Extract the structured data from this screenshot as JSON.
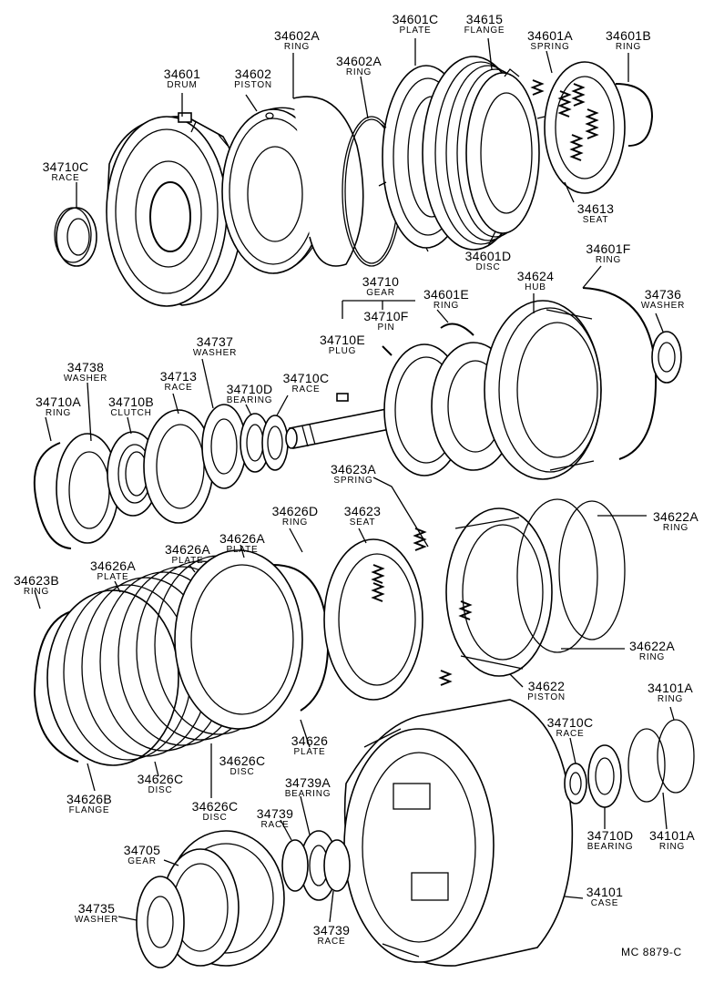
{
  "diagram": {
    "footer_code": "MC 8879-C",
    "parts": [
      {
        "id": "p34601",
        "number": "34601",
        "name": "DRUM"
      },
      {
        "id": "p34602",
        "number": "34602",
        "name": "PISTON"
      },
      {
        "id": "p34602A_top",
        "number": "34602A",
        "name": "RING"
      },
      {
        "id": "p34602A_mid",
        "number": "34602A",
        "name": "RING"
      },
      {
        "id": "p34601C",
        "number": "34601C",
        "name": "PLATE"
      },
      {
        "id": "p34615",
        "number": "34615",
        "name": "FLANGE"
      },
      {
        "id": "p34601A",
        "number": "34601A",
        "name": "SPRING"
      },
      {
        "id": "p34601B",
        "number": "34601B",
        "name": "RING"
      },
      {
        "id": "p34710C_top",
        "number": "34710C",
        "name": "RACE"
      },
      {
        "id": "p34613",
        "number": "34613",
        "name": "SEAT"
      },
      {
        "id": "p34601D",
        "number": "34601D",
        "name": "DISC"
      },
      {
        "id": "p34601F",
        "number": "34601F",
        "name": "RING"
      },
      {
        "id": "p34624",
        "number": "34624",
        "name": "HUB"
      },
      {
        "id": "p34710",
        "number": "34710",
        "name": "GEAR"
      },
      {
        "id": "p34601E",
        "number": "34601E",
        "name": "RING"
      },
      {
        "id": "p34736",
        "number": "34736",
        "name": "WASHER"
      },
      {
        "id": "p34710F",
        "number": "34710F",
        "name": "PIN"
      },
      {
        "id": "p34710E",
        "number": "34710E",
        "name": "PLUG"
      },
      {
        "id": "p34737",
        "number": "34737",
        "name": "WASHER"
      },
      {
        "id": "p34738",
        "number": "34738",
        "name": "WASHER"
      },
      {
        "id": "p34713",
        "number": "34713",
        "name": "RACE"
      },
      {
        "id": "p34710D_mid",
        "number": "34710D",
        "name": "BEARING"
      },
      {
        "id": "p34710C_mid",
        "number": "34710C",
        "name": "RACE"
      },
      {
        "id": "p34710A",
        "number": "34710A",
        "name": "RING"
      },
      {
        "id": "p34710B",
        "number": "34710B",
        "name": "CLUTCH"
      },
      {
        "id": "p34623A",
        "number": "34623A",
        "name": "SPRING"
      },
      {
        "id": "p34626D",
        "number": "34626D",
        "name": "RING"
      },
      {
        "id": "p34623",
        "number": "34623",
        "name": "SEAT"
      },
      {
        "id": "p34622A_top",
        "number": "34622A",
        "name": "RING"
      },
      {
        "id": "p34626A_1",
        "number": "34626A",
        "name": "PLATE"
      },
      {
        "id": "p34626A_2",
        "number": "34626A",
        "name": "PLATE"
      },
      {
        "id": "p34626A_3",
        "number": "34626A",
        "name": "PLATE"
      },
      {
        "id": "p34623B",
        "number": "34623B",
        "name": "RING"
      },
      {
        "id": "p34622A_bot",
        "number": "34622A",
        "name": "RING"
      },
      {
        "id": "p34622",
        "number": "34622",
        "name": "PISTON"
      },
      {
        "id": "p34101A_top",
        "number": "34101A",
        "name": "RING"
      },
      {
        "id": "p34710C_bot",
        "number": "34710C",
        "name": "RACE"
      },
      {
        "id": "p34626",
        "number": "34626",
        "name": "PLATE"
      },
      {
        "id": "p34626C_1",
        "number": "34626C",
        "name": "DISC"
      },
      {
        "id": "p34626C_2",
        "number": "34626C",
        "name": "DISC"
      },
      {
        "id": "p34626C_3",
        "number": "34626C",
        "name": "DISC"
      },
      {
        "id": "p34626B",
        "number": "34626B",
        "name": "FLANGE"
      },
      {
        "id": "p34739A",
        "number": "34739A",
        "name": "BEARING"
      },
      {
        "id": "p34739_up",
        "number": "34739",
        "name": "RACE"
      },
      {
        "id": "p34710D_bot",
        "number": "34710D",
        "name": "BEARING"
      },
      {
        "id": "p34101A_bot",
        "number": "34101A",
        "name": "RING"
      },
      {
        "id": "p34705",
        "number": "34705",
        "name": "GEAR"
      },
      {
        "id": "p34101",
        "number": "34101",
        "name": "CASE"
      },
      {
        "id": "p34735",
        "number": "34735",
        "name": "WASHER"
      },
      {
        "id": "p34739_dn",
        "number": "34739",
        "name": "RACE"
      }
    ]
  }
}
